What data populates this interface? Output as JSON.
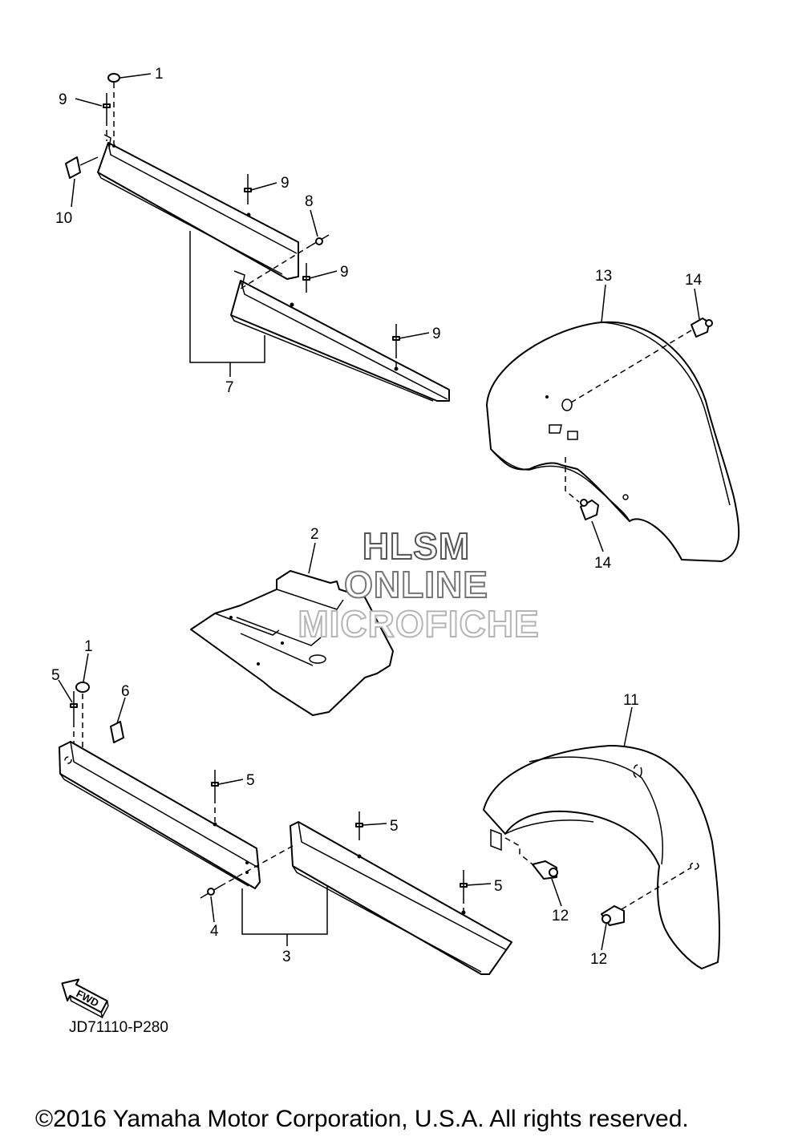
{
  "watermark": {
    "line1": "HLSM",
    "line2": "ONLINE",
    "line3": "MICROFICHE",
    "colors": {
      "line1": "#555555",
      "line2": "#777777",
      "line3": "#b5b5b5"
    }
  },
  "callouts": {
    "c1_top": "1",
    "c9_a": "9",
    "c10": "10",
    "c9_b": "9",
    "c8": "8",
    "c9_c": "9",
    "c9_d": "9",
    "c7": "7",
    "c13": "13",
    "c14_top": "14",
    "c14_bottom": "14",
    "c2": "2",
    "c1_bottom": "1",
    "c5_a": "5",
    "c6": "6",
    "c5_b": "5",
    "c5_c": "5",
    "c5_d": "5",
    "c4": "4",
    "c3": "3",
    "c11": "11",
    "c12_a": "12",
    "c12_b": "12"
  },
  "fwd_label": "FWD",
  "diagram_code": "JD71110-P280",
  "copyright": "©2016 Yamaha Motor Corporation, U.S.A. All rights reserved."
}
